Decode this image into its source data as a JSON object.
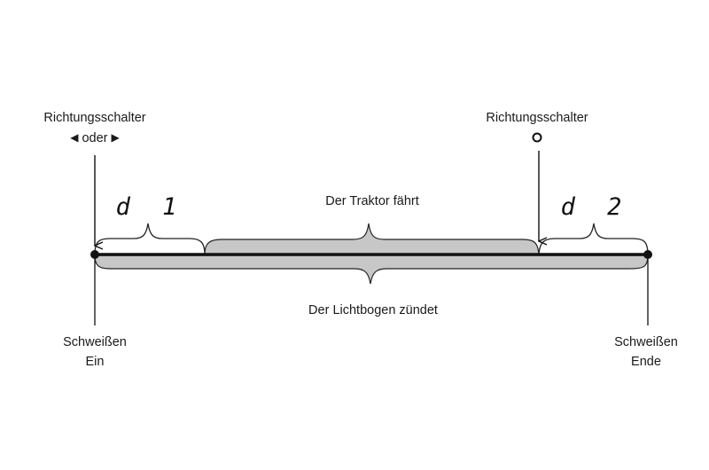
{
  "start": {
    "direction_switch": {
      "label": "Richtungsschalter",
      "symbol_left": "◀",
      "symbol_separator": "oder",
      "symbol_right": "▶"
    },
    "weld_label_line1": "Schweißen",
    "weld_label_line2": "Ein"
  },
  "end": {
    "direction_switch": {
      "label": "Richtungsschalter",
      "symbol_icon": "circle-icon"
    },
    "weld_label_line1": "Schweißen",
    "weld_label_line2": "Ende"
  },
  "segments": {
    "d1_label": "d 1",
    "d2_label": "d 2",
    "tractor_label": "Der Traktor fährt",
    "arc_label": "Der Lichtbogen zündet"
  },
  "colors": {
    "line": "#111111",
    "brace_fill": "#c7c7c7",
    "brace_stroke": "#222222",
    "text": "#1a1a1a"
  }
}
